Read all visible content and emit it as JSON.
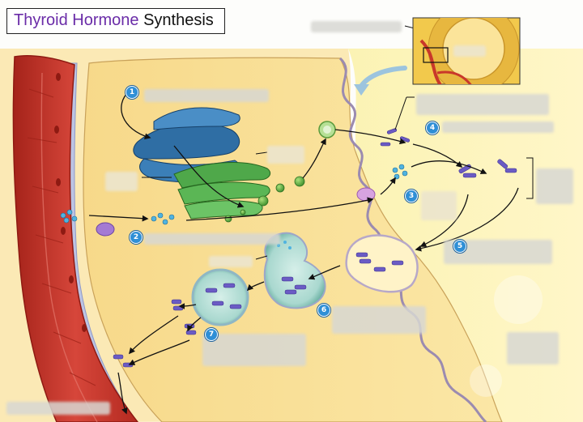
{
  "title": {
    "accent": "Thyroid Hormone",
    "rest": " Synthesis"
  },
  "steps": [
    "1",
    "2",
    "3",
    "4",
    "5",
    "6",
    "7"
  ],
  "colors": {
    "title_accent": "#6a2ca8",
    "blood_vessel": "#c9372a",
    "cell_cytoplasm": "#f7d98a",
    "colloid": "#fbf0a8",
    "golgi": "#4fa84a",
    "rough_er": "#2f6ea4",
    "thyroglobulin": "#4fb3e0",
    "hormone_iodine": "#6b5bc4",
    "step_marker": "#2f8fd6"
  },
  "icons": {
    "inset": "thyroid-follicle-inset",
    "vesicle": "vesicle-icon",
    "molecule": "thyroglobulin-molecule-icon",
    "transporter": "membrane-transporter-icon"
  }
}
